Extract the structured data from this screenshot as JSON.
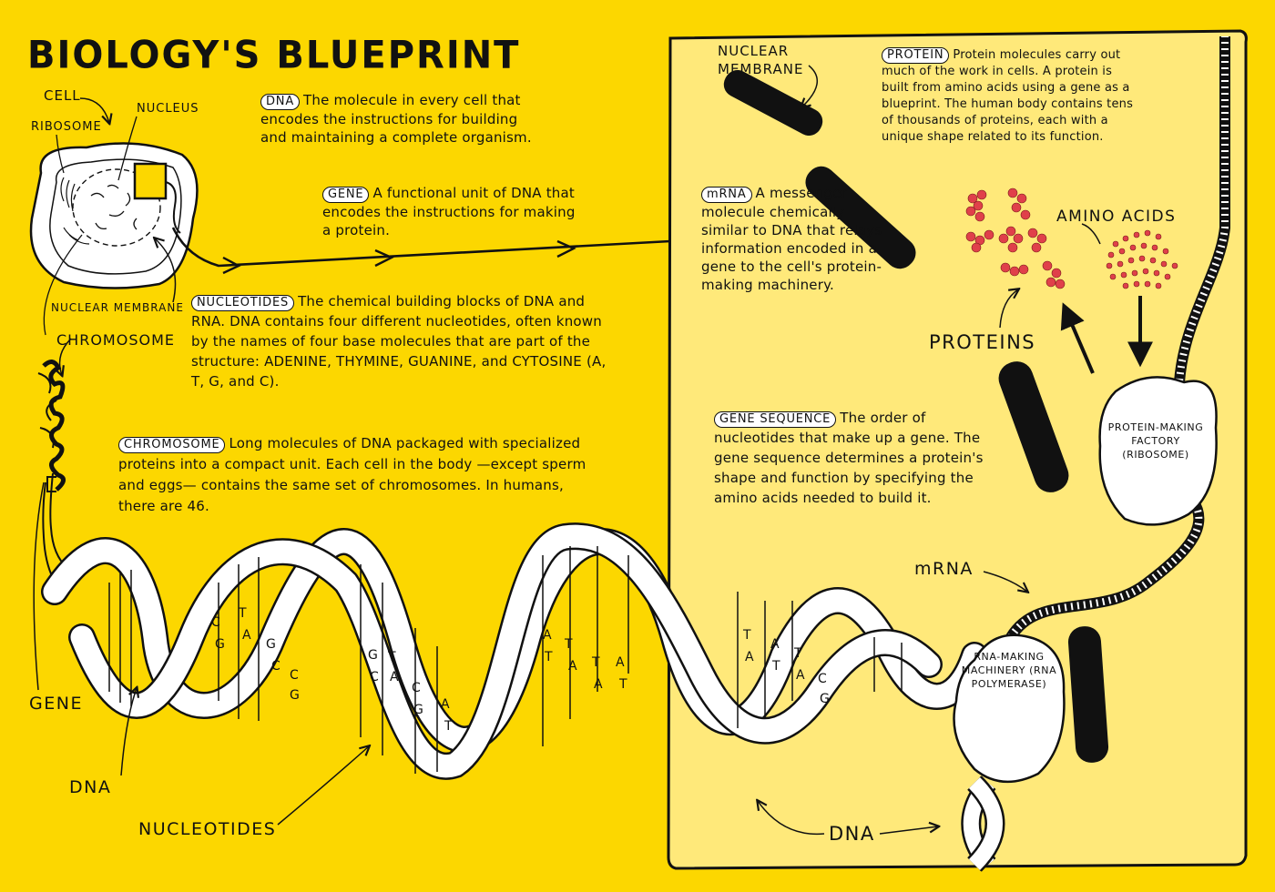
{
  "title": "BIOLOGY'S BLUEPRINT",
  "cell_labels": {
    "cell": "CELL",
    "ribosome": "RIBOSOME",
    "nucleus": "NUCLEUS",
    "nuclear_membrane": "NUCLEAR MEMBRANE",
    "chromosome": "CHROMOSOME",
    "gene": "GENE",
    "dna": "DNA",
    "nucleotides": "NUCLEOTIDES"
  },
  "definitions": {
    "dna": {
      "tag": "DNA",
      "text": "The molecule in every cell that encodes the instructions for building and maintaining a complete organism."
    },
    "gene": {
      "tag": "GENE",
      "text": "A functional unit of DNA that encodes the instructions for making a protein."
    },
    "nucleotides": {
      "tag": "NUCLEOTIDES",
      "text": "The chemical building blocks of DNA and RNA. DNA contains four different nucleotides, often known by the names of four base molecules that are part of the structure: ADENINE, THYMINE, GUANINE, and CYTOSINE (A, T, G, and C)."
    },
    "chromosome": {
      "tag": "CHROMOSOME",
      "text": "Long molecules of DNA packaged with specialized proteins into a compact unit. Each cell in the body —except sperm and eggs— contains the same set of chromosomes. In humans, there are 46."
    },
    "protein": {
      "tag": "PROTEIN",
      "text": "Protein molecules carry out much of the work in cells. A protein is built from amino acids using a gene as a blueprint. The human body contains tens of thousands of proteins, each with a unique shape related to its function."
    },
    "mrna": {
      "tag": "mRNA",
      "text": "A messenger molecule chemically similar to DNA that relays information encoded in a gene to the cell's protein-making machinery."
    },
    "gene_sequence": {
      "tag": "GENE SEQUENCE",
      "text": "The order of nucleotides that make up a gene. The gene sequence determines a protein's shape and function by specifying the amino acids needed to build it."
    }
  },
  "panel_labels": {
    "nuclear_membrane": "NUCLEAR MEMBRANE",
    "amino_acids": "AMINO ACIDS",
    "proteins": "PROTEINS",
    "mrna": "mRNA",
    "dna": "DNA",
    "factory": "PROTEIN-MAKING FACTORY (RIBOSOME)",
    "rna_machinery": "RNA-MAKING MACHINERY (RNA POLYMERASE)"
  },
  "base_pairs": [
    "C",
    "G",
    "T",
    "A",
    "G",
    "C",
    "C",
    "G",
    "G",
    "C",
    "T",
    "A",
    "C",
    "G",
    "A",
    "T",
    "A",
    "T",
    "T",
    "A",
    "T",
    "A",
    "A",
    "T",
    "T",
    "A",
    "A",
    "T",
    "T",
    "A",
    "C",
    "G"
  ],
  "colors": {
    "background": "#fcd700",
    "panel": "#ffe97a",
    "ink": "#111111",
    "amino": "#e0404a"
  }
}
